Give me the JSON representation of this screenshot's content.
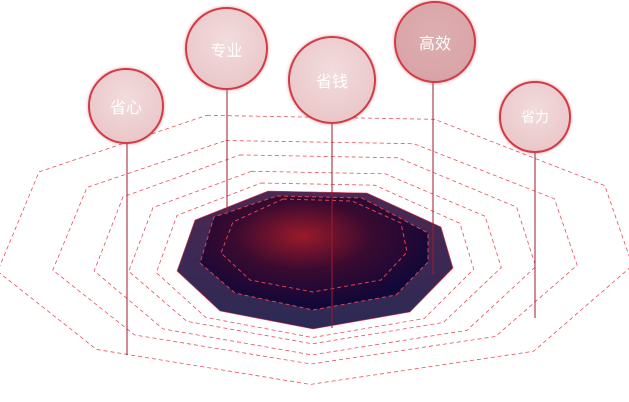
{
  "bubbles": [
    {
      "label": "省心"
    },
    {
      "label": "专业"
    },
    {
      "label": "省钱"
    },
    {
      "label": "高效"
    },
    {
      "label": "省力"
    }
  ],
  "colors": {
    "accent": "#d23a45",
    "platform_outer": "#3d2a58",
    "platform_inner": "#1a0a3a",
    "glow": "#9a1a2a"
  }
}
